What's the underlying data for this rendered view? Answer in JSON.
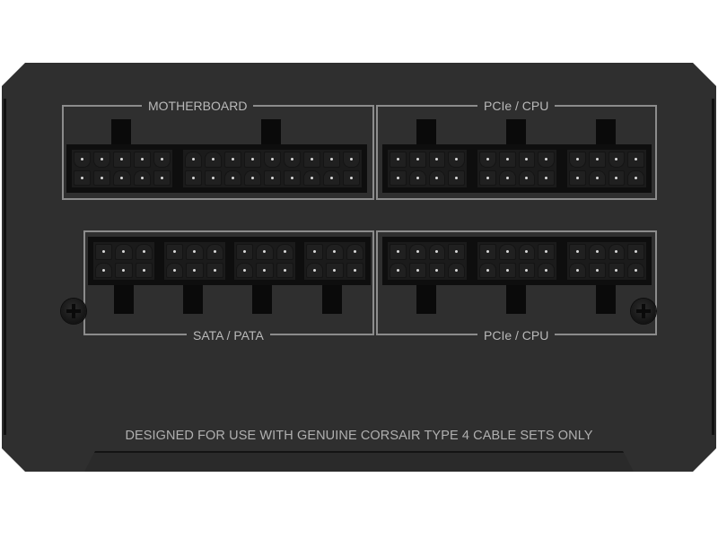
{
  "product": {
    "type": "modular power supply connector panel",
    "body_color": "#2f2f2f",
    "label_color": "#b9b9b9",
    "frame_color": "#8c8c8c"
  },
  "sections": {
    "motherboard": {
      "label": "MOTHERBOARD",
      "connectors": [
        {
          "pins": 10,
          "cols": 5,
          "rows": 2
        },
        {
          "pins": 18,
          "cols": 9,
          "rows": 2
        }
      ]
    },
    "pcie_cpu_top": {
      "label": "PCIe / CPU",
      "connectors": [
        {
          "pins": 8,
          "cols": 4,
          "rows": 2
        },
        {
          "pins": 8,
          "cols": 4,
          "rows": 2
        },
        {
          "pins": 8,
          "cols": 4,
          "rows": 2
        }
      ]
    },
    "sata_pata": {
      "label": "SATA / PATA",
      "connectors": [
        {
          "pins": 6,
          "cols": 3,
          "rows": 2
        },
        {
          "pins": 6,
          "cols": 3,
          "rows": 2
        },
        {
          "pins": 6,
          "cols": 3,
          "rows": 2
        },
        {
          "pins": 6,
          "cols": 3,
          "rows": 2
        }
      ]
    },
    "pcie_cpu_bottom": {
      "label": "PCIe / CPU",
      "connectors": [
        {
          "pins": 8,
          "cols": 4,
          "rows": 2
        },
        {
          "pins": 8,
          "cols": 4,
          "rows": 2
        },
        {
          "pins": 8,
          "cols": 4,
          "rows": 2
        }
      ]
    }
  },
  "screws": [
    {
      "name": "left-screw"
    },
    {
      "name": "right-screw"
    }
  ],
  "notice": "DESIGNED FOR USE WITH GENUINE CORSAIR TYPE 4 CABLE SETS ONLY"
}
